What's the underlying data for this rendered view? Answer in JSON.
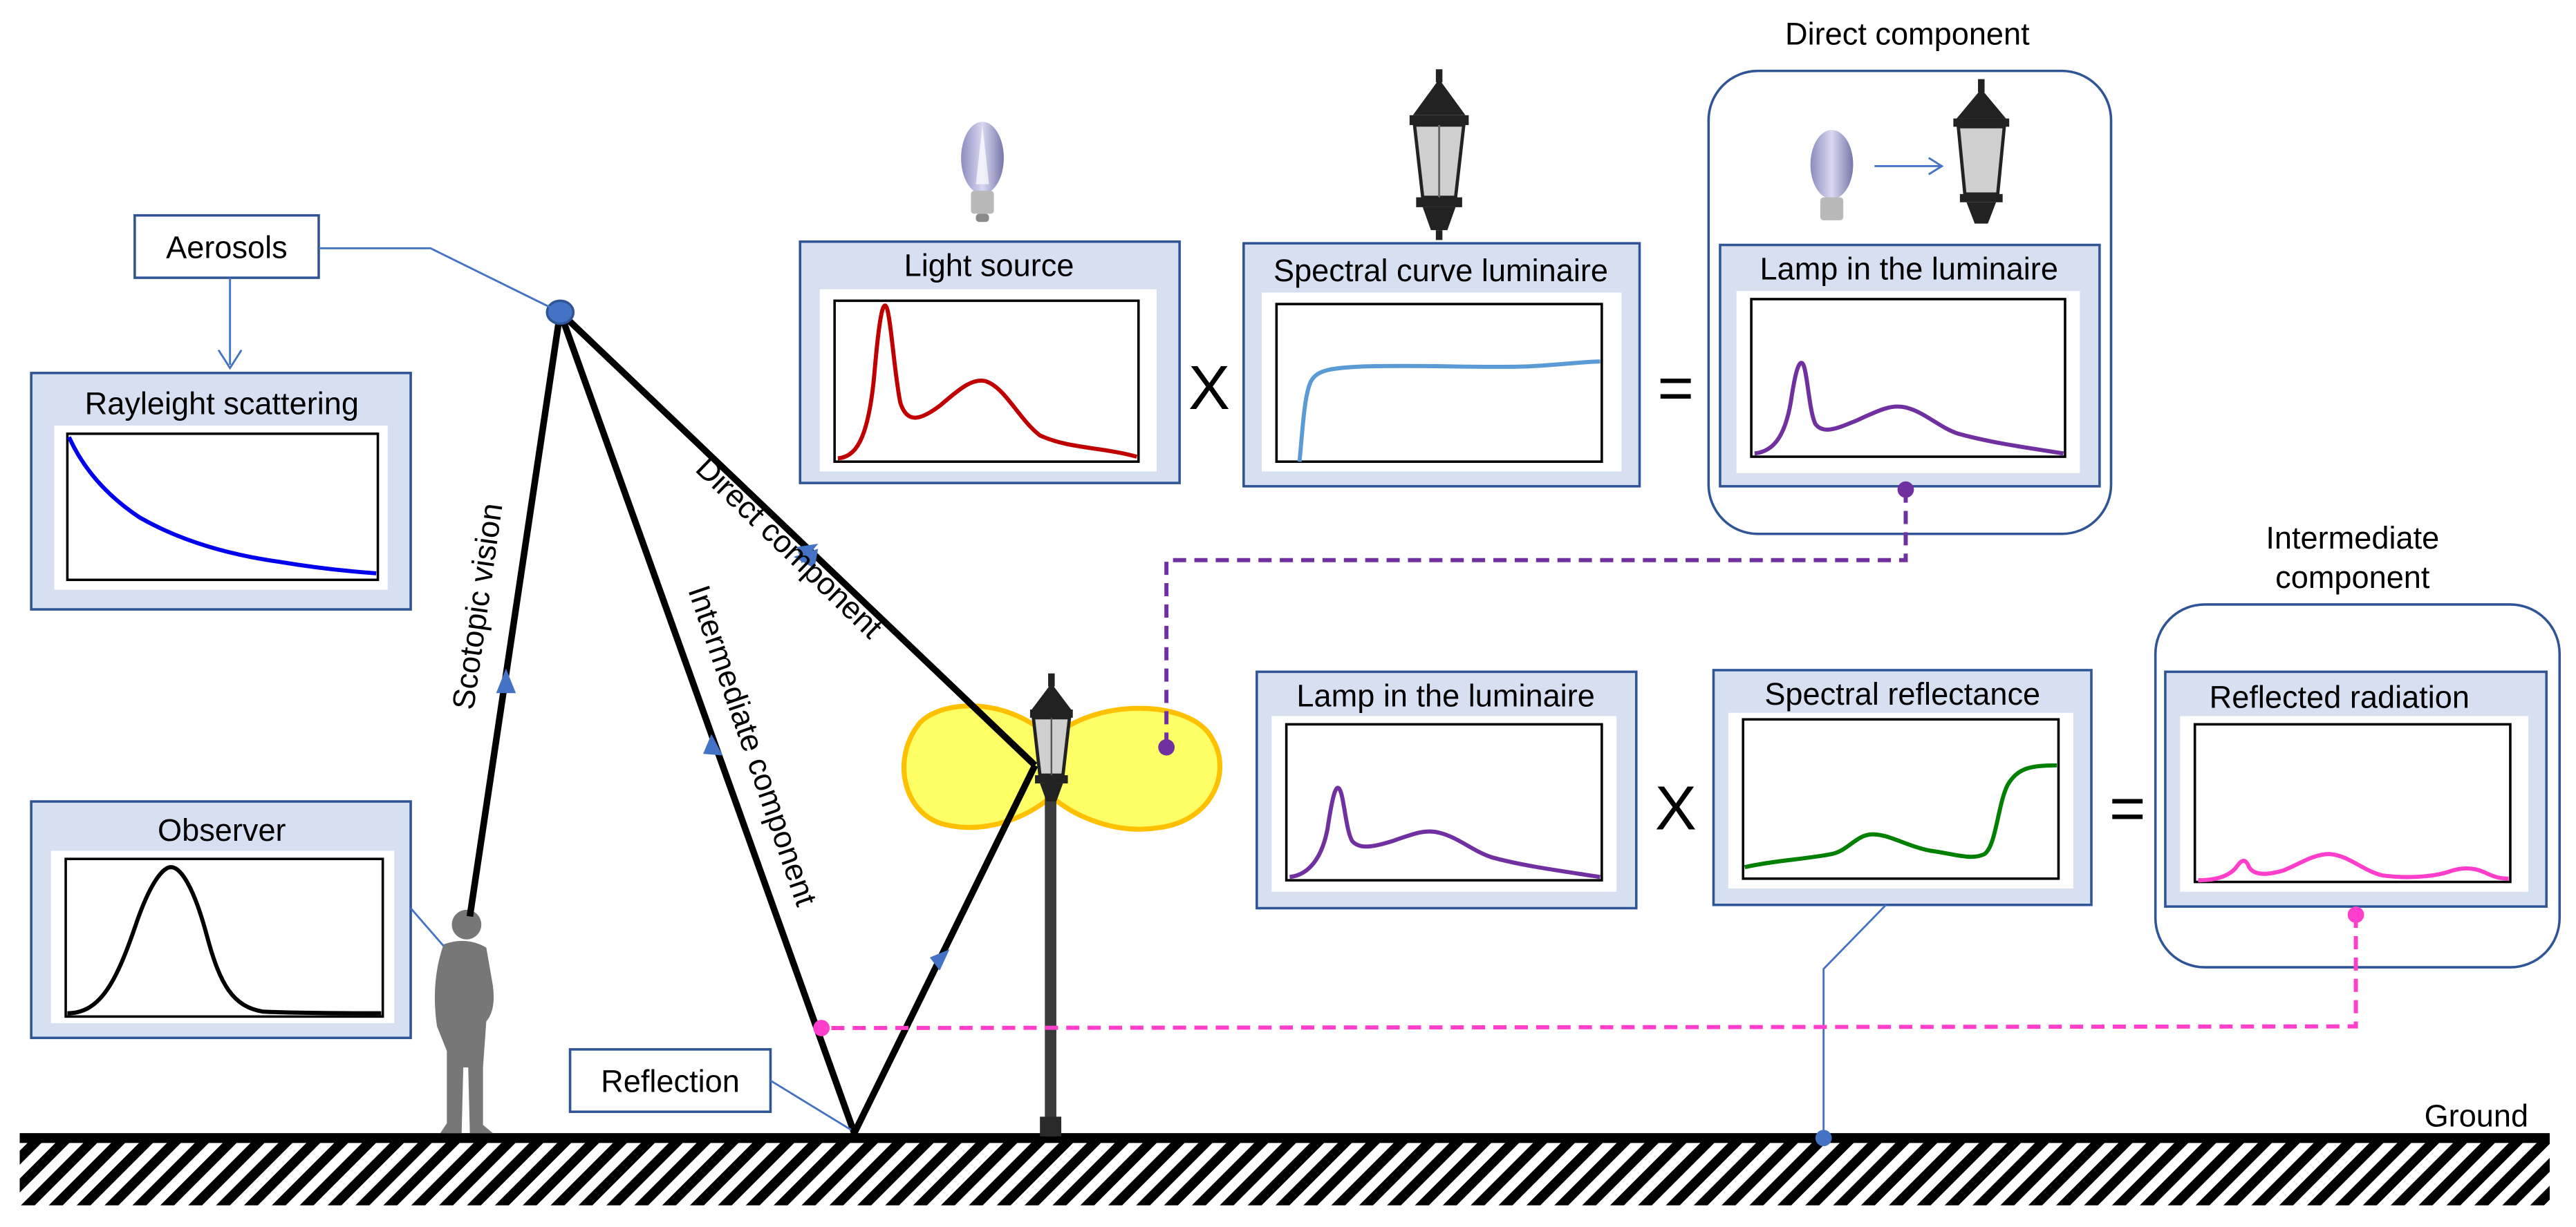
{
  "colors": {
    "panel_fill": "#d7e0f0",
    "panel_border": "#2f5597",
    "accent_blue": "#4472c4",
    "light_source_curve": "#c00000",
    "luminaire_curve": "#5b9bd5",
    "lamp_curve": "#7030a0",
    "rayleigh_curve": "#0000ee",
    "reflectance_curve": "#008000",
    "reflected_curve": "#ff3fcc",
    "glow_fill": "#ffff66",
    "glow_border": "#ffc000",
    "ground": "#000000"
  },
  "labels": {
    "aerosols": "Aerosols",
    "rayleigh": "Rayleight scattering",
    "observer": "Observer",
    "reflection": "Reflection",
    "ground": "Ground",
    "scotopic": "Scotopic vision",
    "direct_path": "Direct component",
    "intermediate_path": "Intermediate component",
    "light_source": "Light source",
    "spectral_luminaire": "Spectral curve luminaire",
    "lamp_in_luminaire_top": "Lamp in the luminaire",
    "lamp_in_luminaire_mid": "Lamp in the luminaire",
    "spectral_reflectance": "Spectral reflectance",
    "reflected_radiation": "Reflected radiation",
    "direct_component_title": "Direct component",
    "intermediate_component_title_1": "Intermediate",
    "intermediate_component_title_2": "component",
    "times_1": "X",
    "equals_1": "=",
    "times_2": "X",
    "equals_2": "="
  },
  "icons": [
    "lamp-bulb-icon",
    "street-lantern-icon",
    "observer-silhouette-icon",
    "street-lamp-icon"
  ]
}
